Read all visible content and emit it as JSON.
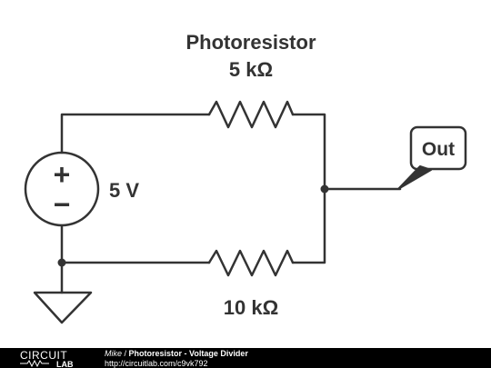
{
  "circuit": {
    "photoresistor_label": "Photoresistor",
    "r1_value": "5 kΩ",
    "r2_value": "10 kΩ",
    "source_value": "5 V",
    "source_plus": "+",
    "source_minus": "−",
    "output_label": "Out"
  },
  "footer": {
    "logo_top": "CIRCUIT",
    "logo_bottom": "LAB",
    "author": "Mike",
    "separator": " / ",
    "title": "Photoresistor - Voltage Divider",
    "url": "http://circuitlab.com/c9vk792"
  },
  "colors": {
    "wire": "#333333",
    "footer_bg": "#000000",
    "footer_text": "#ffffff"
  }
}
